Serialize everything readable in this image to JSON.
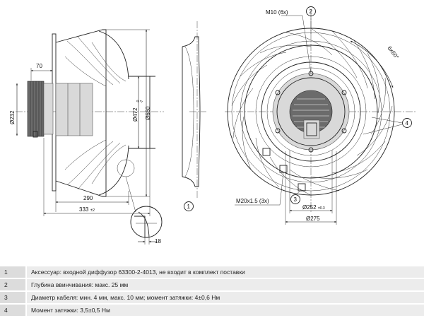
{
  "dimensions": {
    "d70": "70",
    "d232": "Ø232",
    "d472": "Ø472",
    "d472_tol_upper": "-0",
    "d472_tol_lower": "-7",
    "d660": "Ø660",
    "d290": "290",
    "d333": "333",
    "d333_tol": "±2",
    "d18": "18",
    "m10": "M10 (6x)",
    "m20": "M20x1.5 (3x)",
    "d252": "Ø252",
    "d252_tol": "±0.3",
    "d275": "Ø275",
    "angle": "6x60°"
  },
  "callouts": {
    "c1": "1",
    "c2": "2",
    "c3": "3",
    "c4": "4"
  },
  "notes": [
    {
      "num": "1",
      "text": "Аксессуар: входной диффузор 63300-2-4013, не входит в комплект поставки"
    },
    {
      "num": "2",
      "text": "Глубина ввинчивания: макс. 25 мм"
    },
    {
      "num": "3",
      "text": "Диаметр кабеля: мин. 4 мм, макс. 10 мм; момент затяжки: 4±0,6 Нм"
    },
    {
      "num": "4",
      "text": "Момент затяжки: 3,5±0,5 Нм"
    }
  ]
}
